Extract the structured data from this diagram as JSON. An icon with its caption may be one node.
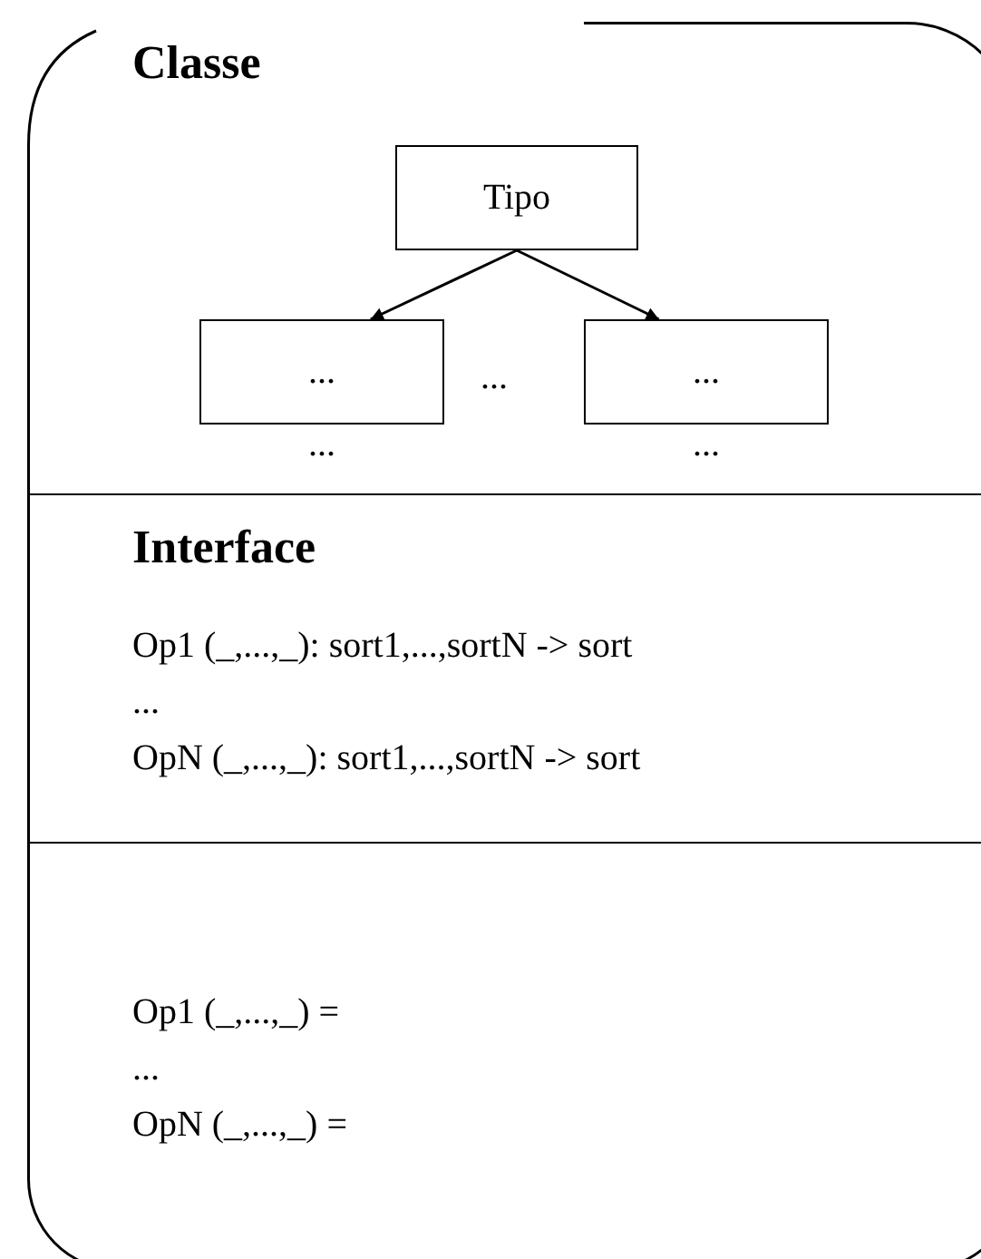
{
  "diagram": {
    "nodes": [
      {
        "text": [
          "Classe"
        ]
      },
      {
        "text": [
          "Tipo"
        ],
        "in": 0
      },
      {
        "text": [
          "..."
        ],
        "in": 0,
        "beside": [
          "..."
        ]
      },
      {
        "text": [
          "..."
        ],
        "in": 0,
        "beside": [
          "..."
        ]
      },
      {
        "text": [
          "Interface",
          "Op1 (_,...,_): sort1,...,sortN -> sort",
          "...",
          "OpN (_,...,_): sort1,...,sortN -> sort"
        ],
        "in": 0
      },
      {
        "text": [
          "Op1 (_,...,_) =",
          "...",
          "OpN (_,...,_) ="
        ],
        "in": 0
      }
    ],
    "edges": [
      {
        "from": 1,
        "to": 2,
        "arrow": "to"
      },
      {
        "from": 1,
        "to": 3,
        "arrow": "to"
      }
    ],
    "labels": [
      "..."
    ]
  }
}
